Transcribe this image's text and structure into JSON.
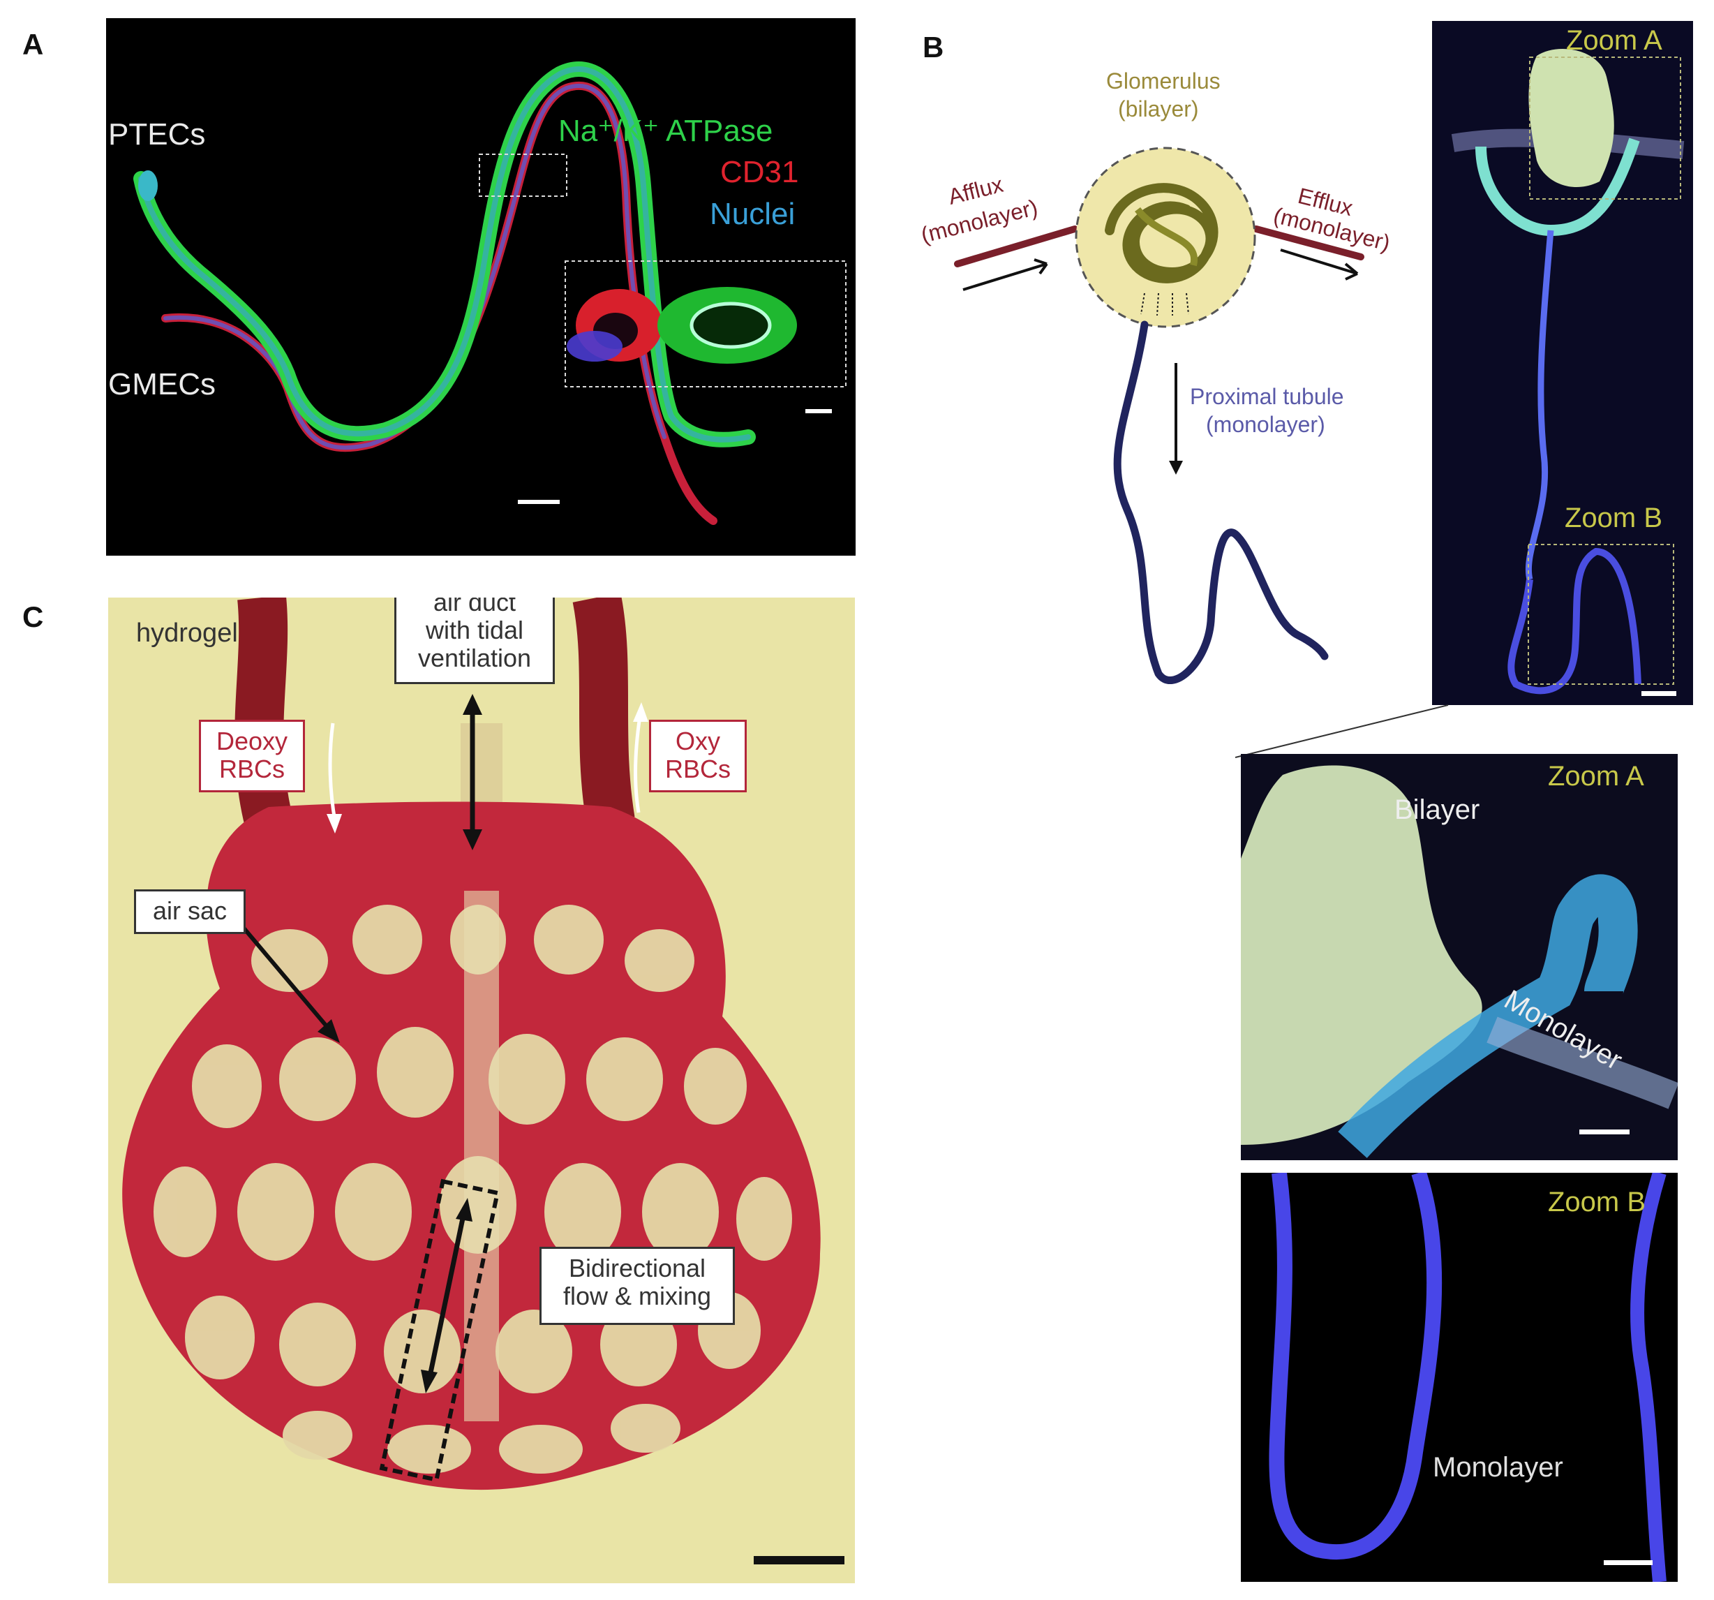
{
  "panels": {
    "a": {
      "letter": "A",
      "labels": {
        "ptecs": "PTECs",
        "gmecs": "GMECs"
      },
      "legend": [
        "Na⁺/K⁺ ATPase",
        "CD31",
        "Nuclei"
      ],
      "colors": {
        "green": "#2ed24a",
        "red": "#e0232e",
        "blue": "#3aa0d8"
      }
    },
    "b": {
      "letter": "B",
      "diagram": {
        "glomerulus": [
          "Glomerulus",
          "(bilayer)"
        ],
        "afflux": [
          "Afflux",
          "(monolayer)"
        ],
        "efflux": [
          "Efflux",
          "(monolayer)"
        ],
        "proximal": [
          "Proximal tubule",
          "(monolayer)"
        ]
      },
      "zoom_a_label": "Zoom A",
      "zoom_b_label": "Zoom B",
      "zoom_a_panel": {
        "title": "Zoom A",
        "bilayer": "Bilayer",
        "monolayer": "Monolayer"
      },
      "zoom_b_panel": {
        "title": "Zoom B",
        "monolayer": "Monolayer"
      }
    },
    "c": {
      "letter": "C",
      "hydrogel": "hydrogel",
      "air_duct": [
        "air duct",
        "with tidal",
        "ventilation"
      ],
      "deoxy": [
        "Deoxy",
        "RBCs"
      ],
      "oxy": [
        "Oxy",
        "RBCs"
      ],
      "air_sac": "air sac",
      "bidirectional": [
        "Bidirectional",
        "flow & mixing"
      ]
    }
  }
}
